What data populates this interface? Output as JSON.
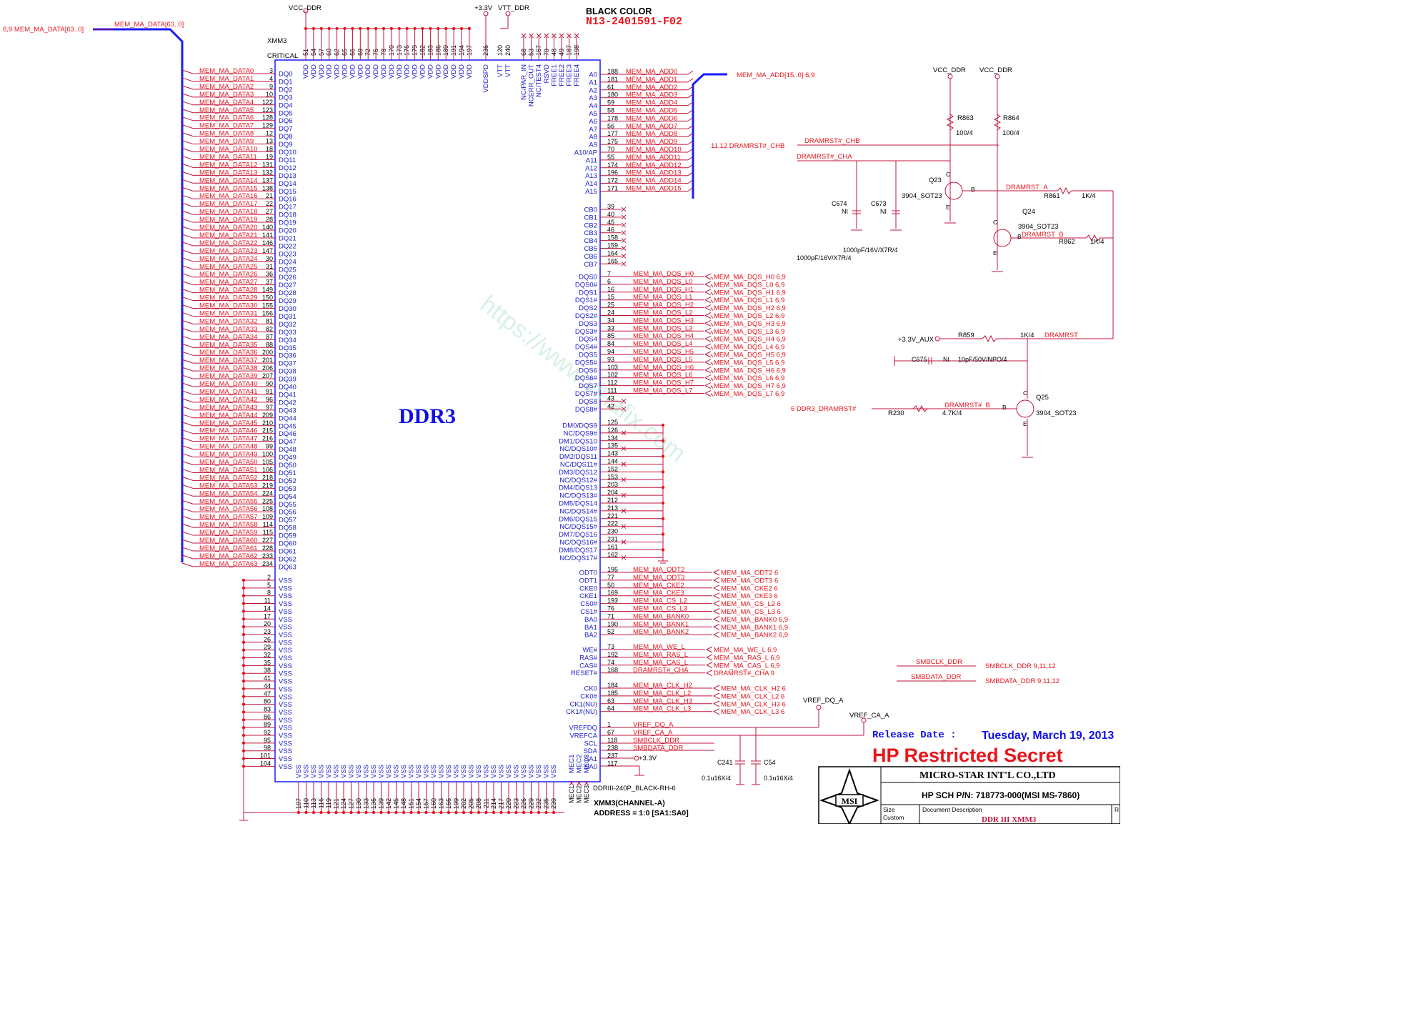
{
  "header": {
    "black_color": "BLACK COLOR",
    "part_number": "N13-2401591-F02",
    "bus_in_label": "MEM_MA_DATA[63..0]",
    "bus_in_ref": "6,9  MEM_MA_DATA[63..0]",
    "addr_bus": "MEM_MA_ADD[15..0]  6,9"
  },
  "component": {
    "refdes": "XMM3",
    "critical": "CRITICAL",
    "center_label": "DDR3",
    "footprint": "DDRIII-240P_BLACK-RH-6",
    "channel": "XMM3(CHANNEL-A)",
    "address": "ADDRESS = 1:0 [SA1:SA0]"
  },
  "power": {
    "vcc_ddr": "VCC_DDR",
    "v33": "+3.3V",
    "vtt_ddr": "VTT_DDR",
    "v33_aux": "+3.3V_AUX",
    "sa1_v33": "+3.3V"
  },
  "top_pins": [
    {
      "n": "51",
      "l": "VDD"
    },
    {
      "n": "54",
      "l": "VDD"
    },
    {
      "n": "57",
      "l": "VDD"
    },
    {
      "n": "60",
      "l": "VDD"
    },
    {
      "n": "62",
      "l": "VDD"
    },
    {
      "n": "65",
      "l": "VDD"
    },
    {
      "n": "66",
      "l": "VDD"
    },
    {
      "n": "69",
      "l": "VDD"
    },
    {
      "n": "72",
      "l": "VDD"
    },
    {
      "n": "75",
      "l": "VDD"
    },
    {
      "n": "78",
      "l": "VDD"
    },
    {
      "n": "170",
      "l": "VDD"
    },
    {
      "n": "173",
      "l": "VDD"
    },
    {
      "n": "176",
      "l": "VDD"
    },
    {
      "n": "179",
      "l": "VDD"
    },
    {
      "n": "182",
      "l": "VDD"
    },
    {
      "n": "183",
      "l": "VDD"
    },
    {
      "n": "186",
      "l": "VDD"
    },
    {
      "n": "189",
      "l": "VDD"
    },
    {
      "n": "191",
      "l": "VDD"
    },
    {
      "n": "194",
      "l": "VDD"
    },
    {
      "n": "197",
      "l": "VDD"
    },
    {
      "n": "236",
      "l": "VDDSPD"
    },
    {
      "n": "120",
      "l": "VTT"
    },
    {
      "n": "240",
      "l": "VTT"
    },
    {
      "n": "68",
      "l": "NC/PAR_IN"
    },
    {
      "n": "53",
      "l": "NCERR_OUT"
    },
    {
      "n": "167",
      "l": "NC/TEST4"
    },
    {
      "n": "79",
      "l": "RSVD"
    },
    {
      "n": "48",
      "l": "FREE1"
    },
    {
      "n": "49",
      "l": "FREE2"
    },
    {
      "n": "187",
      "l": "FREE3"
    },
    {
      "n": "198",
      "l": "FREE4"
    }
  ],
  "dq_pins": [
    {
      "n": "3",
      "l": "DQ0",
      "s": "MEM_MA_DATA0"
    },
    {
      "n": "4",
      "l": "DQ1",
      "s": "MEM_MA_DATA1"
    },
    {
      "n": "9",
      "l": "DQ2",
      "s": "MEM_MA_DATA2"
    },
    {
      "n": "10",
      "l": "DQ3",
      "s": "MEM_MA_DATA3"
    },
    {
      "n": "122",
      "l": "DQ4",
      "s": "MEM_MA_DATA4"
    },
    {
      "n": "123",
      "l": "DQ5",
      "s": "MEM_MA_DATA5"
    },
    {
      "n": "128",
      "l": "DQ6",
      "s": "MEM_MA_DATA6"
    },
    {
      "n": "129",
      "l": "DQ7",
      "s": "MEM_MA_DATA7"
    },
    {
      "n": "12",
      "l": "DQ8",
      "s": "MEM_MA_DATA8"
    },
    {
      "n": "13",
      "l": "DQ9",
      "s": "MEM_MA_DATA9"
    },
    {
      "n": "18",
      "l": "DQ10",
      "s": "MEM_MA_DATA10"
    },
    {
      "n": "19",
      "l": "DQ11",
      "s": "MEM_MA_DATA11"
    },
    {
      "n": "131",
      "l": "DQ12",
      "s": "MEM_MA_DATA12"
    },
    {
      "n": "132",
      "l": "DQ13",
      "s": "MEM_MA_DATA13"
    },
    {
      "n": "137",
      "l": "DQ14",
      "s": "MEM_MA_DATA14"
    },
    {
      "n": "138",
      "l": "DQ15",
      "s": "MEM_MA_DATA15"
    },
    {
      "n": "21",
      "l": "DQ16",
      "s": "MEM_MA_DATA16"
    },
    {
      "n": "22",
      "l": "DQ17",
      "s": "MEM_MA_DATA17"
    },
    {
      "n": "27",
      "l": "DQ18",
      "s": "MEM_MA_DATA18"
    },
    {
      "n": "28",
      "l": "DQ19",
      "s": "MEM_MA_DATA19"
    },
    {
      "n": "140",
      "l": "DQ20",
      "s": "MEM_MA_DATA20"
    },
    {
      "n": "141",
      "l": "DQ21",
      "s": "MEM_MA_DATA21"
    },
    {
      "n": "146",
      "l": "DQ22",
      "s": "MEM_MA_DATA22"
    },
    {
      "n": "147",
      "l": "DQ23",
      "s": "MEM_MA_DATA23"
    },
    {
      "n": "30",
      "l": "DQ24",
      "s": "MEM_MA_DATA24"
    },
    {
      "n": "31",
      "l": "DQ25",
      "s": "MEM_MA_DATA25"
    },
    {
      "n": "36",
      "l": "DQ26",
      "s": "MEM_MA_DATA26"
    },
    {
      "n": "37",
      "l": "DQ27",
      "s": "MEM_MA_DATA27"
    },
    {
      "n": "149",
      "l": "DQ28",
      "s": "MEM_MA_DATA28"
    },
    {
      "n": "150",
      "l": "DQ29",
      "s": "MEM_MA_DATA29"
    },
    {
      "n": "155",
      "l": "DQ30",
      "s": "MEM_MA_DATA30"
    },
    {
      "n": "156",
      "l": "DQ31",
      "s": "MEM_MA_DATA31"
    },
    {
      "n": "81",
      "l": "DQ32",
      "s": "MEM_MA_DATA32"
    },
    {
      "n": "82",
      "l": "DQ33",
      "s": "MEM_MA_DATA33"
    },
    {
      "n": "87",
      "l": "DQ34",
      "s": "MEM_MA_DATA34"
    },
    {
      "n": "88",
      "l": "DQ35",
      "s": "MEM_MA_DATA35"
    },
    {
      "n": "200",
      "l": "DQ36",
      "s": "MEM_MA_DATA36"
    },
    {
      "n": "201",
      "l": "DQ37",
      "s": "MEM_MA_DATA37"
    },
    {
      "n": "206",
      "l": "DQ38",
      "s": "MEM_MA_DATA38"
    },
    {
      "n": "207",
      "l": "DQ39",
      "s": "MEM_MA_DATA39"
    },
    {
      "n": "90",
      "l": "DQ40",
      "s": "MEM_MA_DATA40"
    },
    {
      "n": "91",
      "l": "DQ41",
      "s": "MEM_MA_DATA41"
    },
    {
      "n": "96",
      "l": "DQ42",
      "s": "MEM_MA_DATA42"
    },
    {
      "n": "97",
      "l": "DQ43",
      "s": "MEM_MA_DATA43"
    },
    {
      "n": "209",
      "l": "DQ44",
      "s": "MEM_MA_DATA44"
    },
    {
      "n": "210",
      "l": "DQ45",
      "s": "MEM_MA_DATA45"
    },
    {
      "n": "215",
      "l": "DQ46",
      "s": "MEM_MA_DATA46"
    },
    {
      "n": "216",
      "l": "DQ47",
      "s": "MEM_MA_DATA47"
    },
    {
      "n": "99",
      "l": "DQ48",
      "s": "MEM_MA_DATA48"
    },
    {
      "n": "100",
      "l": "DQ49",
      "s": "MEM_MA_DATA49"
    },
    {
      "n": "105",
      "l": "DQ50",
      "s": "MEM_MA_DATA50"
    },
    {
      "n": "106",
      "l": "DQ51",
      "s": "MEM_MA_DATA51"
    },
    {
      "n": "218",
      "l": "DQ52",
      "s": "MEM_MA_DATA52"
    },
    {
      "n": "219",
      "l": "DQ53",
      "s": "MEM_MA_DATA53"
    },
    {
      "n": "224",
      "l": "DQ54",
      "s": "MEM_MA_DATA54"
    },
    {
      "n": "225",
      "l": "DQ55",
      "s": "MEM_MA_DATA55"
    },
    {
      "n": "108",
      "l": "DQ56",
      "s": "MEM_MA_DATA56"
    },
    {
      "n": "109",
      "l": "DQ57",
      "s": "MEM_MA_DATA57"
    },
    {
      "n": "114",
      "l": "DQ58",
      "s": "MEM_MA_DATA58"
    },
    {
      "n": "115",
      "l": "DQ59",
      "s": "MEM_MA_DATA59"
    },
    {
      "n": "227",
      "l": "DQ60",
      "s": "MEM_MA_DATA60"
    },
    {
      "n": "228",
      "l": "DQ61",
      "s": "MEM_MA_DATA61"
    },
    {
      "n": "233",
      "l": "DQ62",
      "s": "MEM_MA_DATA62"
    },
    {
      "n": "234",
      "l": "DQ63",
      "s": "MEM_MA_DATA63"
    }
  ],
  "vss_left": [
    "2",
    "5",
    "8",
    "11",
    "14",
    "17",
    "20",
    "23",
    "26",
    "29",
    "32",
    "35",
    "38",
    "41",
    "44",
    "47",
    "80",
    "83",
    "86",
    "89",
    "92",
    "95",
    "98",
    "101",
    "104"
  ],
  "vss_left_label": "VSS",
  "vss_bottom": [
    "107",
    "110",
    "113",
    "116",
    "119",
    "121",
    "124",
    "127",
    "130",
    "133",
    "136",
    "139",
    "142",
    "145",
    "148",
    "151",
    "154",
    "157",
    "160",
    "163",
    "166",
    "199",
    "202",
    "205",
    "208",
    "211",
    "214",
    "217",
    "220",
    "223",
    "226",
    "229",
    "232",
    "235",
    "239"
  ],
  "mec_bottom": [
    {
      "n": "MEC1",
      "l": "MEC1"
    },
    {
      "n": "MEC2",
      "l": "MEC2"
    },
    {
      "n": "MEC3",
      "l": "MEC3"
    }
  ],
  "addr_pins": [
    {
      "n": "188",
      "l": "A0",
      "s": "MEM_MA_ADD0"
    },
    {
      "n": "181",
      "l": "A1",
      "s": "MEM_MA_ADD1"
    },
    {
      "n": "61",
      "l": "A2",
      "s": "MEM_MA_ADD2"
    },
    {
      "n": "180",
      "l": "A3",
      "s": "MEM_MA_ADD3"
    },
    {
      "n": "59",
      "l": "A4",
      "s": "MEM_MA_ADD4"
    },
    {
      "n": "58",
      "l": "A5",
      "s": "MEM_MA_ADD5"
    },
    {
      "n": "178",
      "l": "A6",
      "s": "MEM_MA_ADD6"
    },
    {
      "n": "56",
      "l": "A7",
      "s": "MEM_MA_ADD7"
    },
    {
      "n": "177",
      "l": "A8",
      "s": "MEM_MA_ADD8"
    },
    {
      "n": "175",
      "l": "A9",
      "s": "MEM_MA_ADD9"
    },
    {
      "n": "70",
      "l": "A10/AP",
      "s": "MEM_MA_ADD10"
    },
    {
      "n": "55",
      "l": "A11",
      "s": "MEM_MA_ADD11"
    },
    {
      "n": "174",
      "l": "A12",
      "s": "MEM_MA_ADD12"
    },
    {
      "n": "196",
      "l": "A13",
      "s": "MEM_MA_ADD13"
    },
    {
      "n": "172",
      "l": "A14",
      "s": "MEM_MA_ADD14"
    },
    {
      "n": "171",
      "l": "A15",
      "s": "MEM_MA_ADD15"
    }
  ],
  "cb_pins": [
    {
      "n": "39",
      "l": "CB0"
    },
    {
      "n": "40",
      "l": "CB1"
    },
    {
      "n": "45",
      "l": "CB2"
    },
    {
      "n": "46",
      "l": "CB3"
    },
    {
      "n": "158",
      "l": "CB4"
    },
    {
      "n": "159",
      "l": "CB5"
    },
    {
      "n": "164",
      "l": "CB6"
    },
    {
      "n": "165",
      "l": "CB7"
    }
  ],
  "dqs_pins": [
    {
      "n": "7",
      "l": "DQS0",
      "s": "MEM_MA_DQS_H0",
      "o": "MEM_MA_DQS_H0  6,9"
    },
    {
      "n": "6",
      "l": "DQS0#",
      "s": "MEM_MA_DQS_L0",
      "o": "MEM_MA_DQS_L0  6,9"
    },
    {
      "n": "16",
      "l": "DQS1",
      "s": "MEM_MA_DQS_H1",
      "o": "MEM_MA_DQS_H1  6,9"
    },
    {
      "n": "15",
      "l": "DQS1#",
      "s": "MEM_MA_DQS_L1",
      "o": "MEM_MA_DQS_L1  6,9"
    },
    {
      "n": "25",
      "l": "DQS2",
      "s": "MEM_MA_DQS_H2",
      "o": "MEM_MA_DQS_H2  6,9"
    },
    {
      "n": "24",
      "l": "DQS2#",
      "s": "MEM_MA_DQS_L2",
      "o": "MEM_MA_DQS_L2  6,9"
    },
    {
      "n": "34",
      "l": "DQS3",
      "s": "MEM_MA_DQS_H3",
      "o": "MEM_MA_DQS_H3  6,9"
    },
    {
      "n": "33",
      "l": "DQS3#",
      "s": "MEM_MA_DQS_L3",
      "o": "MEM_MA_DQS_L3  6,9"
    },
    {
      "n": "85",
      "l": "DQS4",
      "s": "MEM_MA_DQS_H4",
      "o": "MEM_MA_DQS_H4  6,9"
    },
    {
      "n": "84",
      "l": "DQS4#",
      "s": "MEM_MA_DQS_L4",
      "o": "MEM_MA_DQS_L4  6,9"
    },
    {
      "n": "94",
      "l": "DQS5",
      "s": "MEM_MA_DQS_H5",
      "o": "MEM_MA_DQS_H5  6,9"
    },
    {
      "n": "93",
      "l": "DQS5#",
      "s": "MEM_MA_DQS_L5",
      "o": "MEM_MA_DQS_L5  6,9"
    },
    {
      "n": "103",
      "l": "DQS6",
      "s": "MEM_MA_DQS_H6",
      "o": "MEM_MA_DQS_H6  6,9"
    },
    {
      "n": "102",
      "l": "DQS6#",
      "s": "MEM_MA_DQS_L6",
      "o": "MEM_MA_DQS_L6  6,9"
    },
    {
      "n": "112",
      "l": "DQS7",
      "s": "MEM_MA_DQS_H7",
      "o": "MEM_MA_DQS_H7  6,9"
    },
    {
      "n": "111",
      "l": "DQS7#",
      "s": "MEM_MA_DQS_L7",
      "o": "MEM_MA_DQS_L7  6,9"
    },
    {
      "n": "43",
      "l": "DQS8",
      "s": "",
      "o": ""
    },
    {
      "n": "42",
      "l": "DQS8#",
      "s": "",
      "o": ""
    }
  ],
  "dm_pins": [
    {
      "n": "125",
      "l": "DM0/DQS9",
      "x": false
    },
    {
      "n": "126",
      "l": "NC/DQS9#",
      "x": true
    },
    {
      "n": "134",
      "l": "DM1/DQS10",
      "x": false
    },
    {
      "n": "135",
      "l": "NC/DQS10#",
      "x": true
    },
    {
      "n": "143",
      "l": "DM2/DQS11",
      "x": false
    },
    {
      "n": "144",
      "l": "NC/DQS11#",
      "x": true
    },
    {
      "n": "152",
      "l": "DM3/DQS12",
      "x": false
    },
    {
      "n": "153",
      "l": "NC/DQS12#",
      "x": true
    },
    {
      "n": "203",
      "l": "DM4/DQS13",
      "x": false
    },
    {
      "n": "204",
      "l": "NC/DQS13#",
      "x": true
    },
    {
      "n": "212",
      "l": "DM5/DQS14",
      "x": false
    },
    {
      "n": "213",
      "l": "NC/DQS14#",
      "x": true
    },
    {
      "n": "221",
      "l": "DM6/DQS15",
      "x": false
    },
    {
      "n": "222",
      "l": "NC/DQS15#",
      "x": true
    },
    {
      "n": "230",
      "l": "DM7/DQS16",
      "x": false
    },
    {
      "n": "231",
      "l": "NC/DQS16#",
      "x": true
    },
    {
      "n": "161",
      "l": "DM8/DQS17",
      "x": false
    },
    {
      "n": "162",
      "l": "NC/DQS17#",
      "x": true
    }
  ],
  "ctrl_pins": [
    {
      "n": "195",
      "l": "ODT0",
      "s": "MEM_MA_ODT2",
      "o": "MEM_MA_ODT2  6"
    },
    {
      "n": "77",
      "l": "ODT1",
      "s": "MEM_MA_ODT3",
      "o": "MEM_MA_ODT3  6"
    },
    {
      "n": "50",
      "l": "CKE0",
      "s": "MEM_MA_CKE2",
      "o": "MEM_MA_CKE2  6"
    },
    {
      "n": "169",
      "l": "CKE1",
      "s": "MEM_MA_CKE3",
      "o": "MEM_MA_CKE3  6"
    },
    {
      "n": "193",
      "l": "CS0#",
      "s": "MEM_MA_CS_L2",
      "o": "MEM_MA_CS_L2  6"
    },
    {
      "n": "76",
      "l": "CS1#",
      "s": "MEM_MA_CS_L3",
      "o": "MEM_MA_CS_L3  6"
    },
    {
      "n": "71",
      "l": "BA0",
      "s": "MEM_MA_BANK0",
      "o": "MEM_MA_BANK0  6,9"
    },
    {
      "n": "190",
      "l": "BA1",
      "s": "MEM_MA_BANK1",
      "o": "MEM_MA_BANK1  6,9"
    },
    {
      "n": "52",
      "l": "BA2",
      "s": "MEM_MA_BANK2",
      "o": "MEM_MA_BANK2  6,9"
    }
  ],
  "cmd_pins": [
    {
      "n": "73",
      "l": "WE#",
      "s": "MEM_MA_WE_L",
      "o": "MEM_MA_WE_L  6,9"
    },
    {
      "n": "192",
      "l": "RAS#",
      "s": "MEM_MA_RAS_L",
      "o": "MEM_MA_RAS_L  6,9"
    },
    {
      "n": "74",
      "l": "CAS#",
      "s": "MEM_MA_CAS_L",
      "o": "MEM_MA_CAS_L  6,9"
    },
    {
      "n": "168",
      "l": "RESET#",
      "s": "DRAMRST#_CHA",
      "o": "DRAMRST#_CHA  9"
    }
  ],
  "clk_pins": [
    {
      "n": "184",
      "l": "CK0",
      "s": "MEM_MA_CLK_H2",
      "o": "MEM_MA_CLK_H2  6"
    },
    {
      "n": "185",
      "l": "CK0#",
      "s": "MEM_MA_CLK_L2",
      "o": "MEM_MA_CLK_L2  6"
    },
    {
      "n": "63",
      "l": "CK1(NU)",
      "s": "MEM_MA_CLK_H3",
      "o": "MEM_MA_CLK_H3  6"
    },
    {
      "n": "64",
      "l": "CK1#(NU)",
      "s": "MEM_MA_CLK_L3",
      "o": "MEM_MA_CLK_L3  6"
    }
  ],
  "misc_pins": [
    {
      "n": "1",
      "l": "VREFDQ",
      "s": "VREF_DQ_A"
    },
    {
      "n": "67",
      "l": "VREFCA",
      "s": "VREF_CA_A"
    },
    {
      "n": "118",
      "l": "SCL",
      "s": "SMBCLK_DDR"
    },
    {
      "n": "238",
      "l": "SDA",
      "s": "SMBDATA_DDR"
    },
    {
      "n": "237",
      "l": "SA1",
      "s": ""
    },
    {
      "n": "117",
      "l": "SA0",
      "s": ""
    }
  ],
  "vref": {
    "dq": "VREF_DQ_A",
    "ca": "VREF_CA_A"
  },
  "caps": {
    "c241": "C241",
    "c241_v": "0.1u16X/4",
    "c54": "C54",
    "c54_v": "0.1u16X/4",
    "c674": "C674",
    "c674_v": "NI",
    "c673": "C673",
    "c673_v": "NI",
    "c67x_val1": "1000pF/16V/X7R/4",
    "c67x_val2": "1000pF/16V/X7R/4",
    "c675": "C675",
    "c675_ni": "NI",
    "c675_v": "10pF/50V/NPO/4"
  },
  "reset": {
    "chb_ref": "11,12  DRAMRST#_CHB",
    "chb": "DRAMRST#_CHB",
    "cha": "DRAMRST#_CHA",
    "r863": "R863",
    "r863_v": "100/4",
    "r864": "R864",
    "r864_v": "100/4",
    "q23": "Q23",
    "q23_t": "3904_SOT23",
    "q24": "Q24",
    "q24_t": "3904_SOT23",
    "q25": "Q25",
    "q25_t": "3904_SOT23",
    "rst_a": "DRAMRST_A",
    "rst_b": "DRAMRST_B",
    "r861": "R861",
    "r861_v": "1K/4",
    "r862": "R862",
    "r862_v": "1K/4",
    "r859": "R859",
    "r859_v": "1K/4",
    "dramrst": "DRAMRST",
    "ddr3_rst": "6  DDR3_DRAMRST#",
    "dramrst_b": "DRAMRST#_B",
    "r230": "R230",
    "r230_v": "4.7K/4",
    "pin_b": "B",
    "pin_c": "C",
    "pin_e": "E"
  },
  "smbus": {
    "clk": "SMBCLK_DDR",
    "clk_o": "SMBCLK_DDR  9,11,12",
    "data": "SMBDATA_DDR",
    "data_o": "SMBDATA_DDR  9,11,12"
  },
  "title_block": {
    "release_label": "Release Date :",
    "release_date": "Tuesday, March 19, 2013",
    "restricted": "HP Restricted Secret",
    "company": "MICRO-STAR INT'L CO.,LTD",
    "logo": "MSI",
    "pn": "HP SCH P/N: 718773-000(MSI MS-7860)",
    "size_label": "Size",
    "size_value": "Custom",
    "desc_label": "Document Description",
    "desc_value": "DDR III XMM3",
    "rev_label": "R"
  },
  "watermark": "https://www.vinafix.com"
}
